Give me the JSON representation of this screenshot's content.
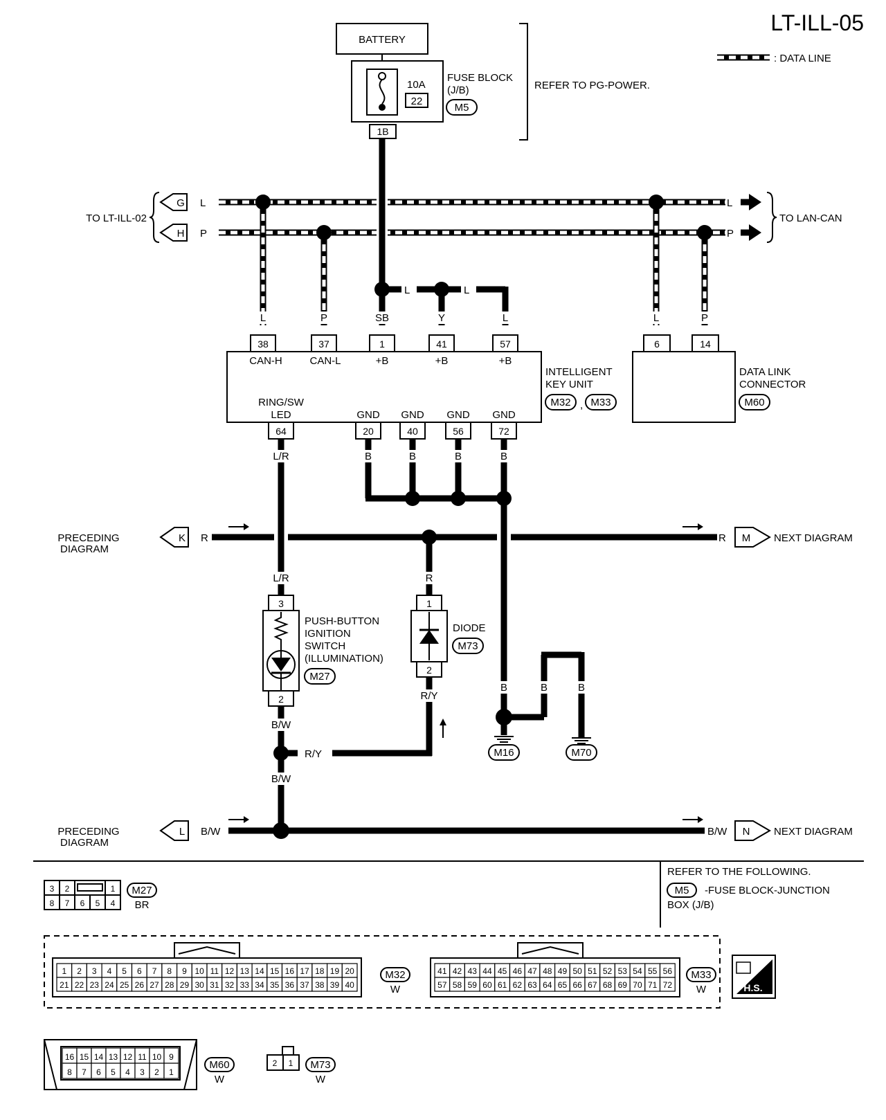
{
  "page_id": "LT-ILL-05",
  "legend": {
    "data_line": ": DATA LINE"
  },
  "battery": {
    "label": "BATTERY"
  },
  "fuse_block": {
    "amperage": "10A",
    "fuse_number": "22",
    "name_line1": "FUSE BLOCK",
    "name_line2": "(J/B)",
    "connector": "M5",
    "terminal": "1B",
    "refer_note": "REFER TO PG-POWER."
  },
  "offpage": {
    "left_top": {
      "label": "TO LT-ILL-02",
      "conn_g": "G",
      "conn_h": "H"
    },
    "right_top": {
      "label": "TO LAN-CAN"
    },
    "left_mid": {
      "line1": "PRECEDING",
      "line2": "DIAGRAM",
      "conn": "K"
    },
    "right_mid": {
      "label": "NEXT DIAGRAM",
      "conn": "M"
    },
    "left_bot": {
      "line1": "PRECEDING",
      "line2": "DIAGRAM",
      "conn": "L"
    },
    "right_bot": {
      "label": "NEXT DIAGRAM",
      "conn": "N"
    }
  },
  "wire_colors": {
    "L": "L",
    "P": "P",
    "SB": "SB",
    "Y": "Y",
    "R": "R",
    "LR": "L/R",
    "B": "B",
    "BW": "B/W",
    "RY": "R/Y"
  },
  "intelligent_key_unit": {
    "name_line1": "INTELLIGENT",
    "name_line2": "KEY UNIT",
    "connector1": "M32",
    "connector2": "M33",
    "separator": ",",
    "top_pins": [
      {
        "num": "38",
        "func": "CAN-H"
      },
      {
        "num": "37",
        "func": "CAN-L"
      },
      {
        "num": "1",
        "func": "+B"
      },
      {
        "num": "41",
        "func": "+B"
      },
      {
        "num": "57",
        "func": "+B"
      }
    ],
    "led_line1": "RING/SW",
    "led_line2": "LED",
    "led_pin": "64",
    "gnd_pins": [
      {
        "num": "20",
        "func": "GND"
      },
      {
        "num": "40",
        "func": "GND"
      },
      {
        "num": "56",
        "func": "GND"
      },
      {
        "num": "72",
        "func": "GND"
      }
    ]
  },
  "data_link_connector": {
    "name_line1": "DATA LINK",
    "name_line2": "CONNECTOR",
    "connector": "M60",
    "pins": [
      "6",
      "14"
    ]
  },
  "push_button": {
    "line1": "PUSH-BUTTON",
    "line2": "IGNITION",
    "line3": "SWITCH",
    "line4": "(ILLUMINATION)",
    "connector": "M27",
    "pin_top": "3",
    "pin_bottom": "2"
  },
  "diode": {
    "label": "DIODE",
    "connector": "M73",
    "pin_top": "1",
    "pin_bottom": "2"
  },
  "grounds": [
    "M16",
    "M70"
  ],
  "refer_following": {
    "line1": "REFER TO THE FOLLOWING.",
    "connector": "M5",
    "line2": "-FUSE BLOCK-JUNCTION",
    "line3": "BOX (J/B)"
  },
  "connector_views": {
    "m27": {
      "id": "M27",
      "color": "BR",
      "row1": [
        "3",
        "2",
        "",
        "1"
      ],
      "row2": [
        "8",
        "7",
        "6",
        "5",
        "4"
      ]
    },
    "m32": {
      "id": "M32",
      "color": "W",
      "row1": [
        "1",
        "2",
        "3",
        "4",
        "5",
        "6",
        "7",
        "8",
        "9",
        "10",
        "11",
        "12",
        "13",
        "14",
        "15",
        "16",
        "17",
        "18",
        "19",
        "20"
      ],
      "row2": [
        "21",
        "22",
        "23",
        "24",
        "25",
        "26",
        "27",
        "28",
        "29",
        "30",
        "31",
        "32",
        "33",
        "34",
        "35",
        "36",
        "37",
        "38",
        "39",
        "40"
      ]
    },
    "m33": {
      "id": "M33",
      "color": "W",
      "row1": [
        "41",
        "42",
        "43",
        "44",
        "45",
        "46",
        "47",
        "48",
        "49",
        "50",
        "51",
        "52",
        "53",
        "54",
        "55",
        "56"
      ],
      "row2": [
        "57",
        "58",
        "59",
        "60",
        "61",
        "62",
        "63",
        "64",
        "65",
        "66",
        "67",
        "68",
        "69",
        "70",
        "71",
        "72"
      ]
    },
    "m60": {
      "id": "M60",
      "color": "W",
      "row1": [
        "16",
        "15",
        "14",
        "13",
        "12",
        "11",
        "10",
        "9"
      ],
      "row2": [
        "8",
        "7",
        "6",
        "5",
        "4",
        "3",
        "2",
        "1"
      ]
    },
    "m73": {
      "id": "M73",
      "color": "W",
      "pins": [
        "2",
        "1"
      ]
    }
  },
  "hs_badge": "H.S."
}
